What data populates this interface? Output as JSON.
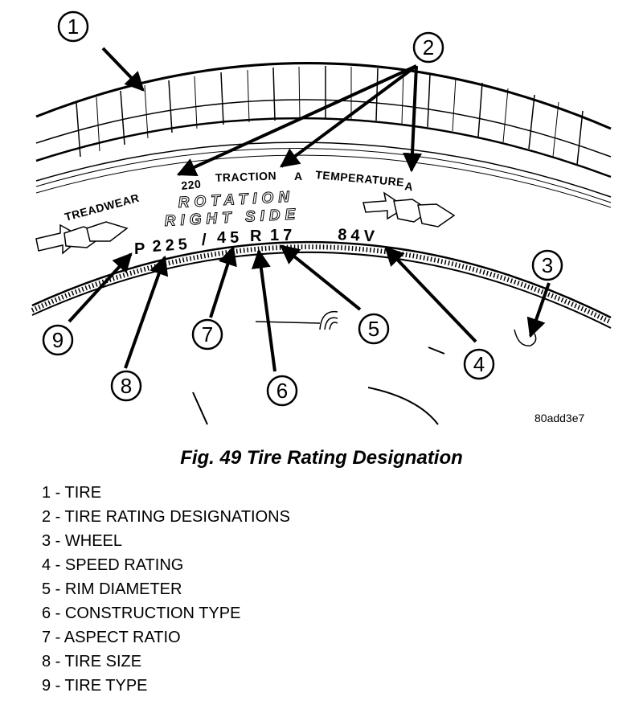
{
  "diagram": {
    "callouts": [
      "1",
      "2",
      "3",
      "4",
      "5",
      "6",
      "7",
      "8",
      "9"
    ],
    "sidewall": {
      "treadwear_label": "TREADWEAR",
      "treadwear_value": "220",
      "traction_label": "TRACTION",
      "traction_value": "A",
      "temperature_label": "TEMPERATURE",
      "temperature_value": "A",
      "rotation_line1": "ROTATION",
      "rotation_line2": "RIGHT SIDE",
      "size_tire_type": "P",
      "size_width": "225",
      "size_slash": "/",
      "size_aspect": "45",
      "size_construction": "R",
      "size_rim": "17",
      "load_speed": "84V"
    },
    "figure_id": "80add3e7"
  },
  "caption": "Fig. 49 Tire Rating Designation",
  "legend": [
    "1 - TIRE",
    "2 - TIRE RATING DESIGNATIONS",
    "3 - WHEEL",
    "4 - SPEED RATING",
    "5 - RIM DIAMETER",
    "6 - CONSTRUCTION TYPE",
    "7 - ASPECT RATIO",
    "8 - TIRE SIZE",
    "9 - TIRE TYPE"
  ]
}
